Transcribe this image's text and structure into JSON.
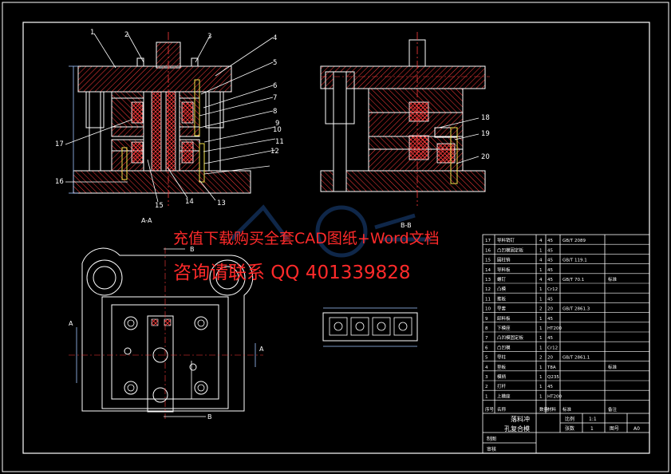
{
  "watermark": {
    "line1": "充值下载购买全套CAD图纸+Word文档",
    "line2": "咨询请联系 QQ 401339828"
  },
  "views": {
    "section_aa": "A-A",
    "section_bb": "B-B",
    "cut_a_left": "A",
    "cut_a_right": "A",
    "cut_b_top": "B",
    "cut_b_bottom": "B"
  },
  "balloons_left": [
    "1",
    "2",
    "3",
    "4",
    "5",
    "6",
    "7",
    "8",
    "9",
    "10",
    "11",
    "12",
    "13",
    "14",
    "15",
    "16",
    "17"
  ],
  "balloons_right": [
    "18",
    "19",
    "20"
  ],
  "parts": [
    {
      "no": "17",
      "name": "导料销钉",
      "qty": "4",
      "mat": "45",
      "std": "GB/T 2089",
      "note": ""
    },
    {
      "no": "16",
      "name": "凸凹模固定板",
      "qty": "1",
      "mat": "45",
      "std": "",
      "note": ""
    },
    {
      "no": "15",
      "name": "圆柱销",
      "qty": "4",
      "mat": "45",
      "std": "GB/T 119.1",
      "note": ""
    },
    {
      "no": "14",
      "name": "导料板",
      "qty": "1",
      "mat": "45",
      "std": "",
      "note": ""
    },
    {
      "no": "13",
      "name": "螺钉",
      "qty": "4",
      "mat": "45",
      "std": "GB/T 70.1",
      "note": "标准"
    },
    {
      "no": "12",
      "name": "凸模",
      "qty": "1",
      "mat": "Cr12",
      "std": "",
      "note": ""
    },
    {
      "no": "11",
      "name": "推板",
      "qty": "1",
      "mat": "45",
      "std": "",
      "note": ""
    },
    {
      "no": "10",
      "name": "导套",
      "qty": "2",
      "mat": "20",
      "std": "GB/T 2861.3",
      "note": ""
    },
    {
      "no": "9",
      "name": "卸料板",
      "qty": "1",
      "mat": "45",
      "std": "",
      "note": ""
    },
    {
      "no": "8",
      "name": "下模座",
      "qty": "1",
      "mat": "HT200",
      "std": "",
      "note": ""
    },
    {
      "no": "7",
      "name": "凸凹模固定板",
      "qty": "1",
      "mat": "45",
      "std": "",
      "note": ""
    },
    {
      "no": "6",
      "name": "凸凹模",
      "qty": "1",
      "mat": "Cr12",
      "std": "",
      "note": ""
    },
    {
      "no": "5",
      "name": "导柱",
      "qty": "2",
      "mat": "20",
      "std": "GB/T 2861.1",
      "note": ""
    },
    {
      "no": "4",
      "name": "垫板",
      "qty": "1",
      "mat": "T8A",
      "std": "",
      "note": "标准"
    },
    {
      "no": "3",
      "name": "模柄",
      "qty": "1",
      "mat": "Q235",
      "std": "",
      "note": ""
    },
    {
      "no": "2",
      "name": "打杆",
      "qty": "1",
      "mat": "45",
      "std": "",
      "note": ""
    },
    {
      "no": "1",
      "name": "上模座",
      "qty": "1",
      "mat": "HT200",
      "std": "",
      "note": ""
    }
  ],
  "table_header": [
    "序号",
    "名称",
    "数量",
    "材料",
    "标准",
    "备注"
  ],
  "title_block": {
    "drawing_title": "落料冲",
    "drawing_subtitle": "孔复合模",
    "scale_label": "比例",
    "scale_value": "1:1",
    "sheet_label": "张数",
    "sheet_value": "1",
    "sheet_no_label": "图号",
    "sheet_no_value": "A0",
    "designer_label": "制图",
    "checker_label": "审核"
  },
  "colors": {
    "background": "#000000",
    "outline": "#ffffff",
    "hatch": "#ff3b3b",
    "center_line": "#ff3b3b",
    "dimension": "#9fc6ff",
    "hidden_part": "#f5e24a",
    "watermark": "#ff2a2a"
  }
}
